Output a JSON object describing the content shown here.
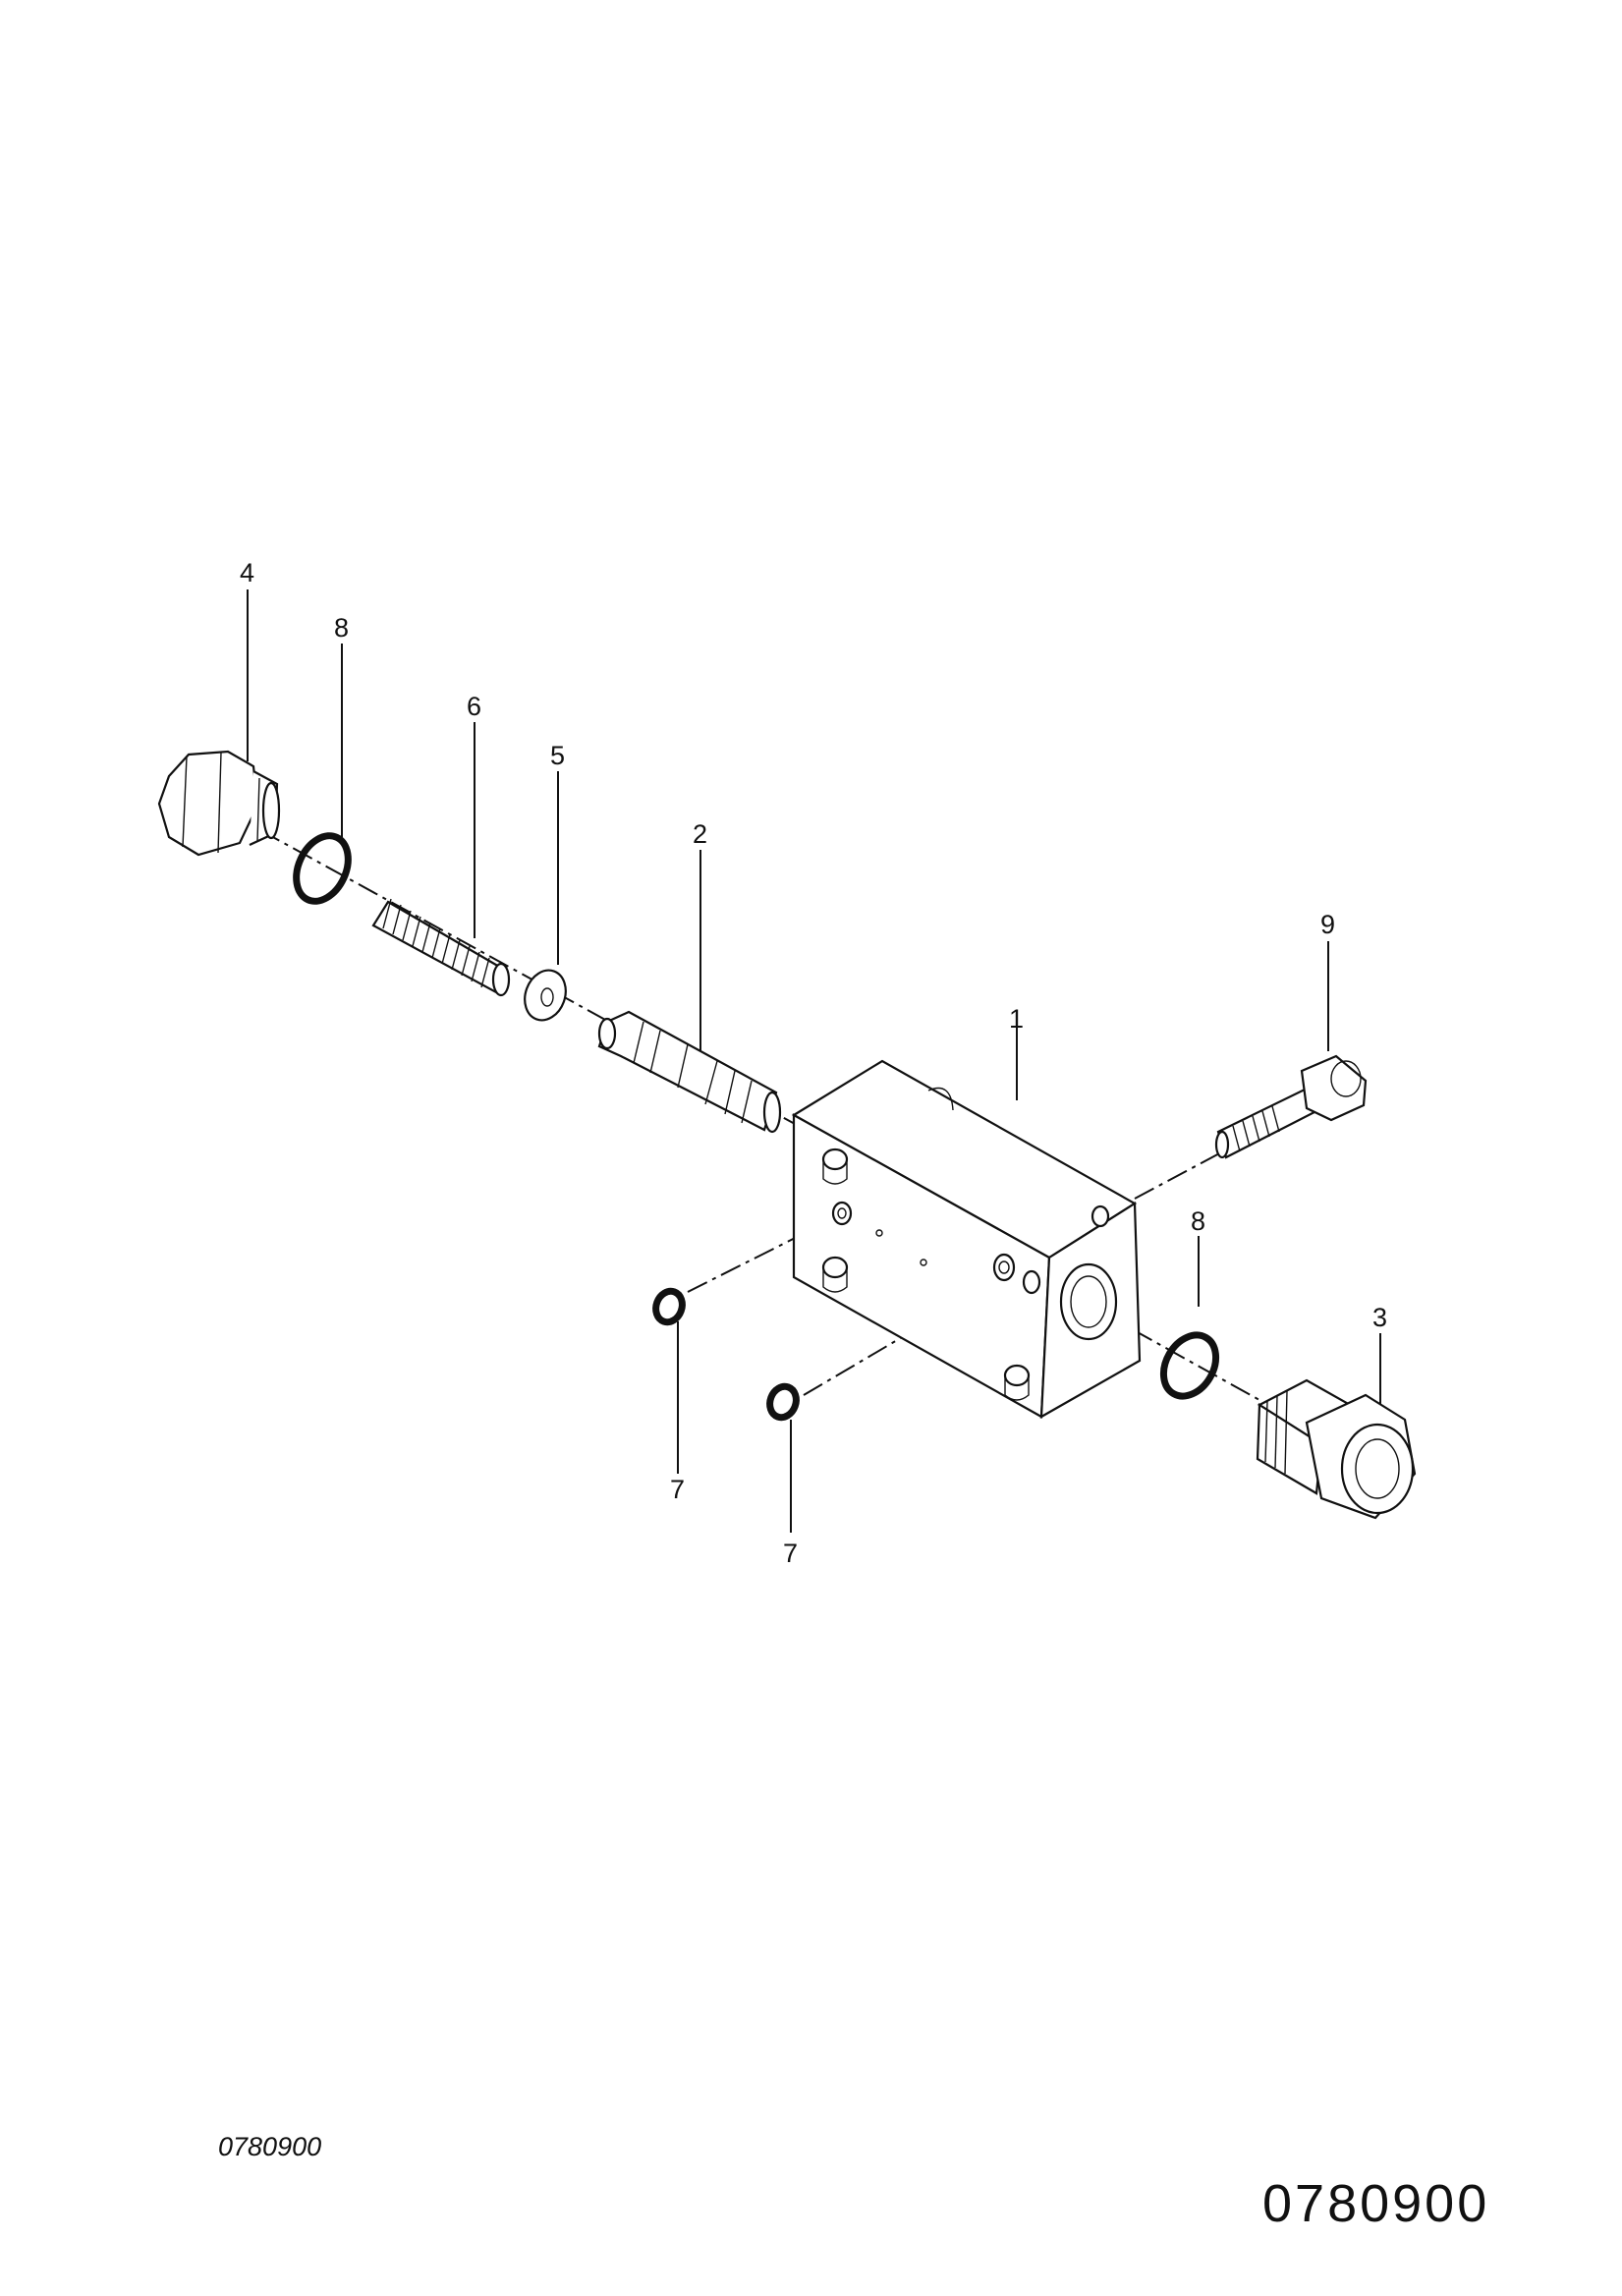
{
  "diagram": {
    "callouts": [
      "4",
      "8",
      "6",
      "5",
      "2",
      "9",
      "1",
      "8",
      "3",
      "7",
      "7"
    ],
    "drawing_code_small": "0780900",
    "drawing_code_large": "0780900"
  },
  "parts": [
    {
      "ref": "1",
      "icon": "valve-body"
    },
    {
      "ref": "2",
      "icon": "spool"
    },
    {
      "ref": "3",
      "icon": "connector"
    },
    {
      "ref": "4",
      "icon": "plug"
    },
    {
      "ref": "5",
      "icon": "washer"
    },
    {
      "ref": "6",
      "icon": "spring"
    },
    {
      "ref": "7",
      "icon": "o-ring"
    },
    {
      "ref": "8",
      "icon": "o-ring"
    },
    {
      "ref": "9",
      "icon": "socket-head-bolt"
    }
  ]
}
